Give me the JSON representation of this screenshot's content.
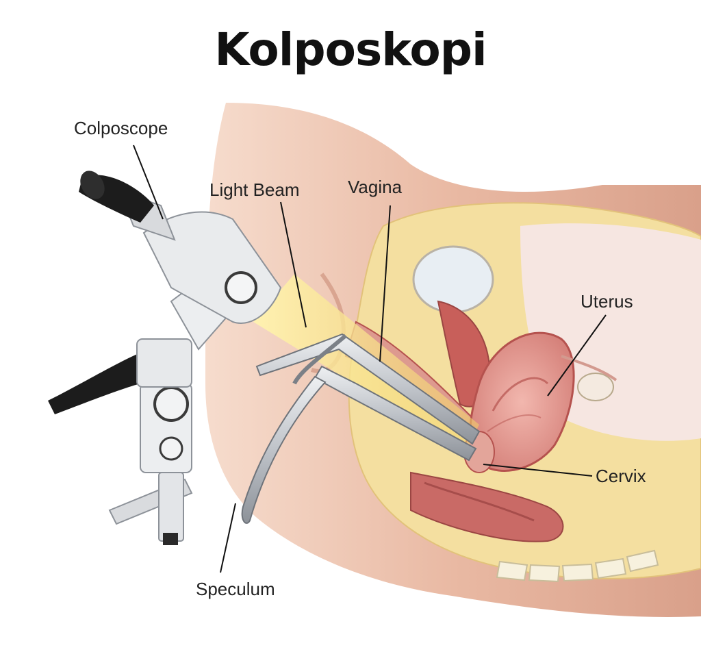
{
  "title": "Kolposkopi",
  "labels": {
    "colposcope": "Colposcope",
    "light_beam": "Light Beam",
    "vagina": "Vagina",
    "uterus": "Uterus",
    "cervix": "Cervix",
    "speculum": "Speculum"
  },
  "colors": {
    "skin": "#e9b9a3",
    "skin_shadow": "#c98c76",
    "fat": "#f4dfa0",
    "tissue": "#d98b85",
    "tissue_dark": "#b5524e",
    "metal": "#c9ccd1",
    "metal_dark": "#8d9299",
    "beam": "#f7e38a",
    "handle": "#1c1c1c"
  }
}
